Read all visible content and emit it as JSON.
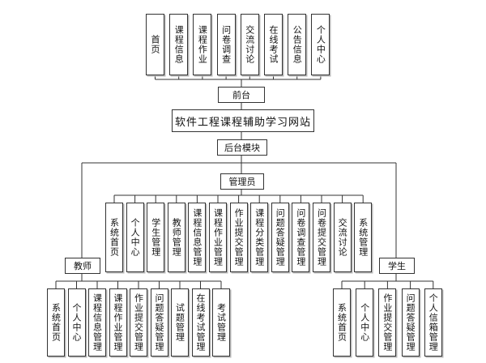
{
  "front_modules": [
    "首页",
    "课程信息",
    "课程作业",
    "问卷调查",
    "交流讨论",
    "在线考试",
    "公告信息",
    "个人中心"
  ],
  "front_label": "前台",
  "site_title": "软件工程课程辅助学习网站",
  "backend_label": "后台模块",
  "admin": {
    "label": "管理员",
    "modules": [
      "系统首页",
      "个人中心",
      "学生管理",
      "教师管理",
      "课程信息管理",
      "课程作业管理",
      "作业提交管理",
      "课程分类管理",
      "问题答疑管理",
      "问卷调查管理",
      "问卷提交管理",
      "交流讨论",
      "系统管理"
    ]
  },
  "teacher": {
    "label": "教师",
    "modules": [
      "系统首页",
      "个人中心",
      "课程信息管理",
      "课程作业管理",
      "作业提交管理",
      "问题答疑管理",
      "试题管理",
      "在线考试管理",
      "考试管理"
    ]
  },
  "student": {
    "label": "学生",
    "modules": [
      "系统首页",
      "个人中心",
      "作业提交管理",
      "问题答疑管理",
      "个人信箱管理"
    ]
  }
}
